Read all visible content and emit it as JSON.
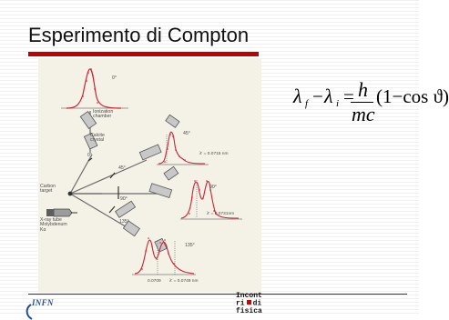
{
  "slide": {
    "title": "Esperimento di Compton",
    "colors": {
      "accent": "#c00000",
      "pattern": "#f2f2f2",
      "figure_background": "#f4f2e7",
      "spectrum_red": "#d02030",
      "infn_blue": "#1f4e9b"
    }
  },
  "figure": {
    "labels": {
      "angle_top": "0°",
      "ionization_chamber": "Ionization\nchamber",
      "calcite_crystal": "Calcite\ncrystal",
      "angle_0": "0°",
      "angle_45": "45°",
      "angle_90": "90°",
      "angle_135": "135°",
      "carbon_target": "Carbon\ntarget",
      "xray_source": "X-ray tube\nMolybdenum\nKα",
      "graph_45_angle": "45°",
      "graph_45_lambda": "λ' = 0.0715 nm",
      "graph_90_angle": "90°",
      "graph_90_lambda": "λ' = 0.0731nm",
      "graph_135_angle": "135°",
      "bottom_axis_left": "0.0709",
      "bottom_axis_right": "λ' = 0.0749 nm"
    }
  },
  "equation": {
    "lambda_final": "λ",
    "final_subscript": "f",
    "minus": "−",
    "lambda_initial": "λ",
    "initial_subscript": "i",
    "equals": "=",
    "numerator": "h",
    "denominator": "mc",
    "bracket_text": "(1−cos ϑ)"
  },
  "footer": {
    "infn_logo": "INFN",
    "incontri_line_1": "Incont",
    "incontri_line_2_left": "ri",
    "incontri_line_2_right": "di",
    "incontri_line_3": "fisica"
  }
}
